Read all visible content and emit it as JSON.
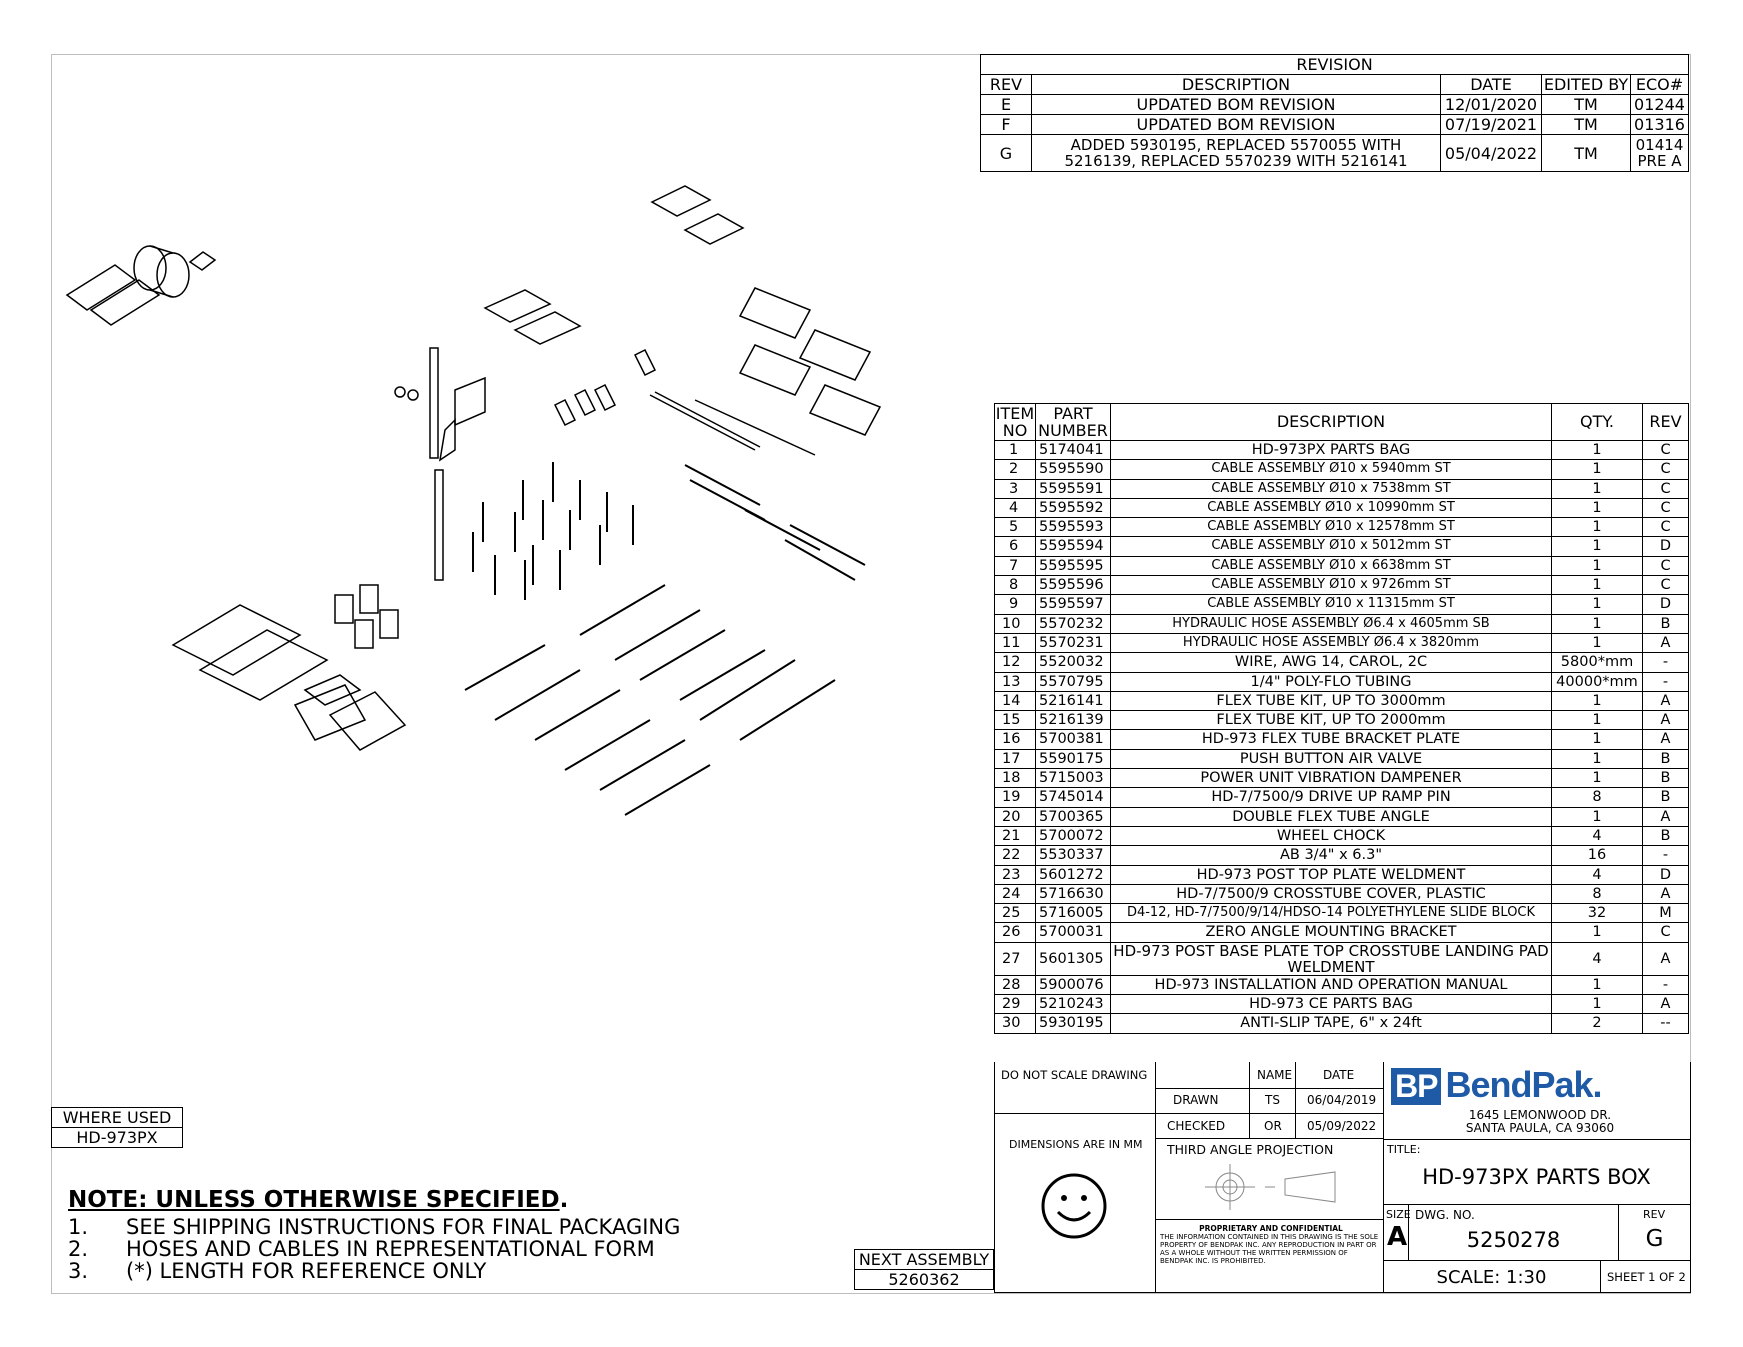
{
  "revision": {
    "title": "REVISION",
    "headers": [
      "REV",
      "DESCRIPTION",
      "DATE",
      "EDITED BY",
      "ECO#"
    ],
    "rows": [
      {
        "rev": "E",
        "desc": "UPDATED BOM REVISION",
        "date": "12/01/2020",
        "by": "TM",
        "eco": "01244"
      },
      {
        "rev": "F",
        "desc": "UPDATED BOM REVISION",
        "date": "07/19/2021",
        "by": "TM",
        "eco": "01316"
      },
      {
        "rev": "G",
        "desc": "ADDED 5930195, REPLACED 5570055 WITH 5216139, REPLACED 5570239 WITH 5216141",
        "date": "05/04/2022",
        "by": "TM",
        "eco": "01414 PRE A"
      }
    ]
  },
  "bom": {
    "headers": {
      "item": "ITEM NO",
      "part": "PART NUMBER",
      "desc": "DESCRIPTION",
      "qty": "QTY.",
      "rev": "REV"
    },
    "rows": [
      {
        "item": "1",
        "part": "5174041",
        "desc": "HD-973PX PARTS BAG",
        "qty": "1",
        "rev": "C"
      },
      {
        "item": "2",
        "part": "5595590",
        "desc": "CABLE ASSEMBLY Ø10 x 5940mm ST",
        "qty": "1",
        "rev": "C"
      },
      {
        "item": "3",
        "part": "5595591",
        "desc": "CABLE ASSEMBLY Ø10 x 7538mm ST",
        "qty": "1",
        "rev": "C"
      },
      {
        "item": "4",
        "part": "5595592",
        "desc": "CABLE ASSEMBLY Ø10 x 10990mm ST",
        "qty": "1",
        "rev": "C"
      },
      {
        "item": "5",
        "part": "5595593",
        "desc": "CABLE ASSEMBLY Ø10 x 12578mm ST",
        "qty": "1",
        "rev": "C"
      },
      {
        "item": "6",
        "part": "5595594",
        "desc": "CABLE ASSEMBLY Ø10 x 5012mm ST",
        "qty": "1",
        "rev": "D"
      },
      {
        "item": "7",
        "part": "5595595",
        "desc": "CABLE ASSEMBLY Ø10 x 6638mm ST",
        "qty": "1",
        "rev": "C"
      },
      {
        "item": "8",
        "part": "5595596",
        "desc": "CABLE ASSEMBLY Ø10 x 9726mm ST",
        "qty": "1",
        "rev": "C"
      },
      {
        "item": "9",
        "part": "5595597",
        "desc": "CABLE ASSEMBLY Ø10 x 11315mm ST",
        "qty": "1",
        "rev": "D"
      },
      {
        "item": "10",
        "part": "5570232",
        "desc": "HYDRAULIC HOSE ASSEMBLY Ø6.4 x 4605mm SB",
        "qty": "1",
        "rev": "B"
      },
      {
        "item": "11",
        "part": "5570231",
        "desc": "HYDRAULIC HOSE ASSEMBLY Ø6.4 x 3820mm",
        "qty": "1",
        "rev": "A"
      },
      {
        "item": "12",
        "part": "5520032",
        "desc": "WIRE, AWG 14, CAROL, 2C",
        "qty": "5800*mm",
        "rev": "-"
      },
      {
        "item": "13",
        "part": "5570795",
        "desc": "1/4\" POLY-FLO TUBING",
        "qty": "40000*mm",
        "rev": "-"
      },
      {
        "item": "14",
        "part": "5216141",
        "desc": "FLEX TUBE KIT, UP TO 3000mm",
        "qty": "1",
        "rev": "A"
      },
      {
        "item": "15",
        "part": "5216139",
        "desc": "FLEX TUBE KIT, UP TO 2000mm",
        "qty": "1",
        "rev": "A"
      },
      {
        "item": "16",
        "part": "5700381",
        "desc": "HD-973 FLEX TUBE BRACKET PLATE",
        "qty": "1",
        "rev": "A"
      },
      {
        "item": "17",
        "part": "5590175",
        "desc": "PUSH BUTTON AIR VALVE",
        "qty": "1",
        "rev": "B"
      },
      {
        "item": "18",
        "part": "5715003",
        "desc": "POWER UNIT VIBRATION DAMPENER",
        "qty": "1",
        "rev": "B"
      },
      {
        "item": "19",
        "part": "5745014",
        "desc": "HD-7/7500/9 DRIVE UP RAMP PIN",
        "qty": "8",
        "rev": "B"
      },
      {
        "item": "20",
        "part": "5700365",
        "desc": "DOUBLE FLEX TUBE ANGLE",
        "qty": "1",
        "rev": "A"
      },
      {
        "item": "21",
        "part": "5700072",
        "desc": "WHEEL CHOCK",
        "qty": "4",
        "rev": "B"
      },
      {
        "item": "22",
        "part": "5530337",
        "desc": "AB 3/4\" x 6.3\"",
        "qty": "16",
        "rev": "-"
      },
      {
        "item": "23",
        "part": "5601272",
        "desc": "HD-973 POST TOP PLATE WELDMENT",
        "qty": "4",
        "rev": "D"
      },
      {
        "item": "24",
        "part": "5716630",
        "desc": "HD-7/7500/9 CROSSTUBE COVER, PLASTIC",
        "qty": "8",
        "rev": "A"
      },
      {
        "item": "25",
        "part": "5716005",
        "desc": "D4-12, HD-7/7500/9/14/HDSO-14 POLYETHYLENE SLIDE BLOCK",
        "qty": "32",
        "rev": "M"
      },
      {
        "item": "26",
        "part": "5700031",
        "desc": "ZERO ANGLE MOUNTING BRACKET",
        "qty": "1",
        "rev": "C"
      },
      {
        "item": "27",
        "part": "5601305",
        "desc": "HD-973 POST BASE PLATE TOP CROSSTUBE LANDING PAD WELDMENT",
        "qty": "4",
        "rev": "A"
      },
      {
        "item": "28",
        "part": "5900076",
        "desc": "HD-973 INSTALLATION AND OPERATION MANUAL",
        "qty": "1",
        "rev": "-"
      },
      {
        "item": "29",
        "part": "5210243",
        "desc": "HD-973 CE PARTS BAG",
        "qty": "1",
        "rev": "A"
      },
      {
        "item": "30",
        "part": "5930195",
        "desc": "ANTI-SLIP TAPE, 6\" x 24ft",
        "qty": "2",
        "rev": "--"
      }
    ]
  },
  "title_block": {
    "do_not_scale": "DO NOT SCALE DRAWING",
    "name_label": "NAME",
    "date_label": "DATE",
    "drawn_label": "DRAWN",
    "drawn_name": "TS",
    "drawn_date": "06/04/2019",
    "checked_label": "CHECKED",
    "checked_name": "OR",
    "checked_date": "05/09/2022",
    "dimensions": "DIMENSIONS ARE IN MM",
    "projection": "THIRD ANGLE PROJECTION",
    "proprietary_title": "PROPRIETARY AND CONFIDENTIAL",
    "proprietary_text": "THE INFORMATION CONTAINED IN THIS DRAWING IS THE SOLE PROPERTY OF BENDPAK INC. ANY REPRODUCTION IN PART OR AS A WHOLE WITHOUT THE WRITTEN PERMISSION OF BENDPAK INC. IS PROHIBITED.",
    "logo_bp": "BP",
    "logo_text": "BendPak.",
    "address1": "1645 LEMONWOOD DR.",
    "address2": "SANTA PAULA, CA 93060",
    "title_label": "TITLE:",
    "title": "HD-973PX PARTS BOX",
    "size_label": "SIZE",
    "size": "A",
    "dwg_label": "DWG.  NO.",
    "dwg_no": "5250278",
    "rev_label": "REV",
    "rev": "G",
    "scale": "SCALE: 1:30",
    "sheet": "SHEET 1 OF 2"
  },
  "where_used": {
    "label": "WHERE USED",
    "value": "HD-973PX"
  },
  "next_assembly": {
    "label": "NEXT ASSEMBLY",
    "value": "5260362"
  },
  "notes": {
    "heading": "NOTE: UNLESS OTHERWISE SPECIFIED",
    "heading_end": ".",
    "items": [
      {
        "num": "1.",
        "text": "SEE SHIPPING INSTRUCTIONS FOR FINAL PACKAGING"
      },
      {
        "num": "2.",
        "text": "HOSES AND CABLES IN REPRESENTATIONAL FORM"
      },
      {
        "num": "3.",
        "text": "(*) LENGTH FOR REFERENCE ONLY"
      }
    ]
  }
}
